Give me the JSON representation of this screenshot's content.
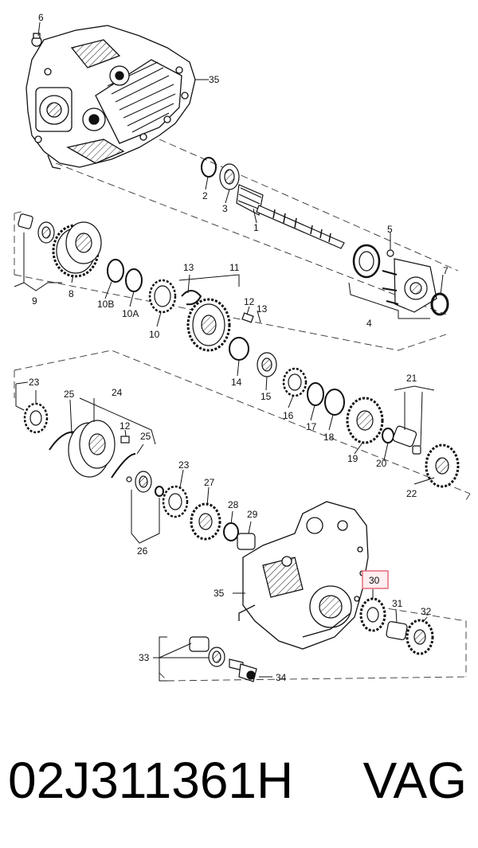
{
  "part_number": "02J311361H",
  "brand": "VAG",
  "highlight_color": "#e46a7a",
  "callouts": [
    {
      "id": "c-6",
      "text": "6"
    },
    {
      "id": "c-35a",
      "text": "35"
    },
    {
      "id": "c-2",
      "text": "2"
    },
    {
      "id": "c-3",
      "text": "3"
    },
    {
      "id": "c-1",
      "text": "1"
    },
    {
      "id": "c-5",
      "text": "5"
    },
    {
      "id": "c-7",
      "text": "7"
    },
    {
      "id": "c-4",
      "text": "4"
    },
    {
      "id": "c-9",
      "text": "9"
    },
    {
      "id": "c-8",
      "text": "8"
    },
    {
      "id": "c-10B",
      "text": "10B"
    },
    {
      "id": "c-10A",
      "text": "10A"
    },
    {
      "id": "c-10",
      "text": "10"
    },
    {
      "id": "c-13a",
      "text": "13"
    },
    {
      "id": "c-11",
      "text": "11"
    },
    {
      "id": "c-12a",
      "text": "12"
    },
    {
      "id": "c-13b",
      "text": "13"
    },
    {
      "id": "c-14",
      "text": "14"
    },
    {
      "id": "c-15",
      "text": "15"
    },
    {
      "id": "c-16",
      "text": "16"
    },
    {
      "id": "c-17",
      "text": "17"
    },
    {
      "id": "c-18",
      "text": "18"
    },
    {
      "id": "c-19",
      "text": "19"
    },
    {
      "id": "c-20",
      "text": "20"
    },
    {
      "id": "c-21",
      "text": "21"
    },
    {
      "id": "c-22",
      "text": "22"
    },
    {
      "id": "c-23a",
      "text": "23"
    },
    {
      "id": "c-25a",
      "text": "25"
    },
    {
      "id": "c-24",
      "text": "24"
    },
    {
      "id": "c-12b",
      "text": "12"
    },
    {
      "id": "c-25b",
      "text": "25"
    },
    {
      "id": "c-23b",
      "text": "23"
    },
    {
      "id": "c-27",
      "text": "27"
    },
    {
      "id": "c-28",
      "text": "28"
    },
    {
      "id": "c-29",
      "text": "29"
    },
    {
      "id": "c-26",
      "text": "26"
    },
    {
      "id": "c-35b",
      "text": "35"
    },
    {
      "id": "c-30",
      "text": "30"
    },
    {
      "id": "c-31",
      "text": "31"
    },
    {
      "id": "c-32",
      "text": "32"
    },
    {
      "id": "c-33",
      "text": "33"
    },
    {
      "id": "c-34",
      "text": "34"
    }
  ]
}
